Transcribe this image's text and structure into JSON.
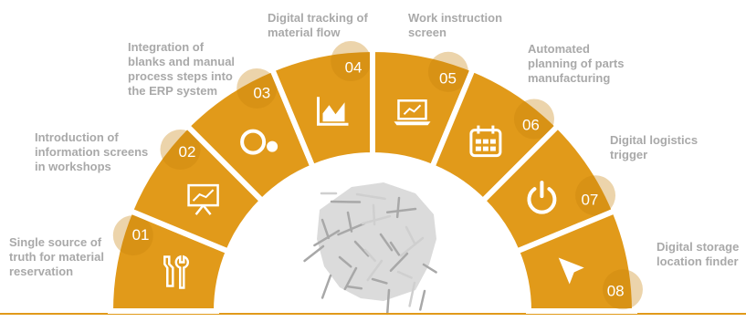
{
  "colors": {
    "segment_fill": "#E19A1A",
    "segment_dark": "#C9840F",
    "segment_stroke": "#ffffff",
    "label_text": "#A9A9A9",
    "baseline": "#E19A1A",
    "icon": "#ffffff",
    "center_art": "#BDBDBD"
  },
  "steps": [
    {
      "number": "01",
      "icon": "wrench-screwdriver-icon",
      "label_lines": [
        "Single source of",
        "truth for material",
        "reservation"
      ]
    },
    {
      "number": "02",
      "icon": "presentation-board-icon",
      "label_lines": [
        "Introduction of",
        "information screens",
        "in workshops"
      ]
    },
    {
      "number": "03",
      "icon": "circles-icon",
      "label_lines": [
        "Integration of",
        "blanks and manual",
        "process steps into",
        "the ERP system"
      ]
    },
    {
      "number": "04",
      "icon": "area-chart-icon",
      "label_lines": [
        "Digital tracking of",
        "material flow"
      ]
    },
    {
      "number": "05",
      "icon": "laptop-chart-icon",
      "label_lines": [
        "Work instruction",
        "screen"
      ]
    },
    {
      "number": "06",
      "icon": "calendar-icon",
      "label_lines": [
        "Automated",
        "planning of parts",
        "manufacturing"
      ]
    },
    {
      "number": "07",
      "icon": "power-icon",
      "label_lines": [
        "Digital logistics",
        "trigger"
      ]
    },
    {
      "number": "08",
      "icon": "cursor-arrow-icon",
      "label_lines": [
        "Digital storage",
        "location finder"
      ]
    }
  ],
  "center_image": "tools-pile-map"
}
